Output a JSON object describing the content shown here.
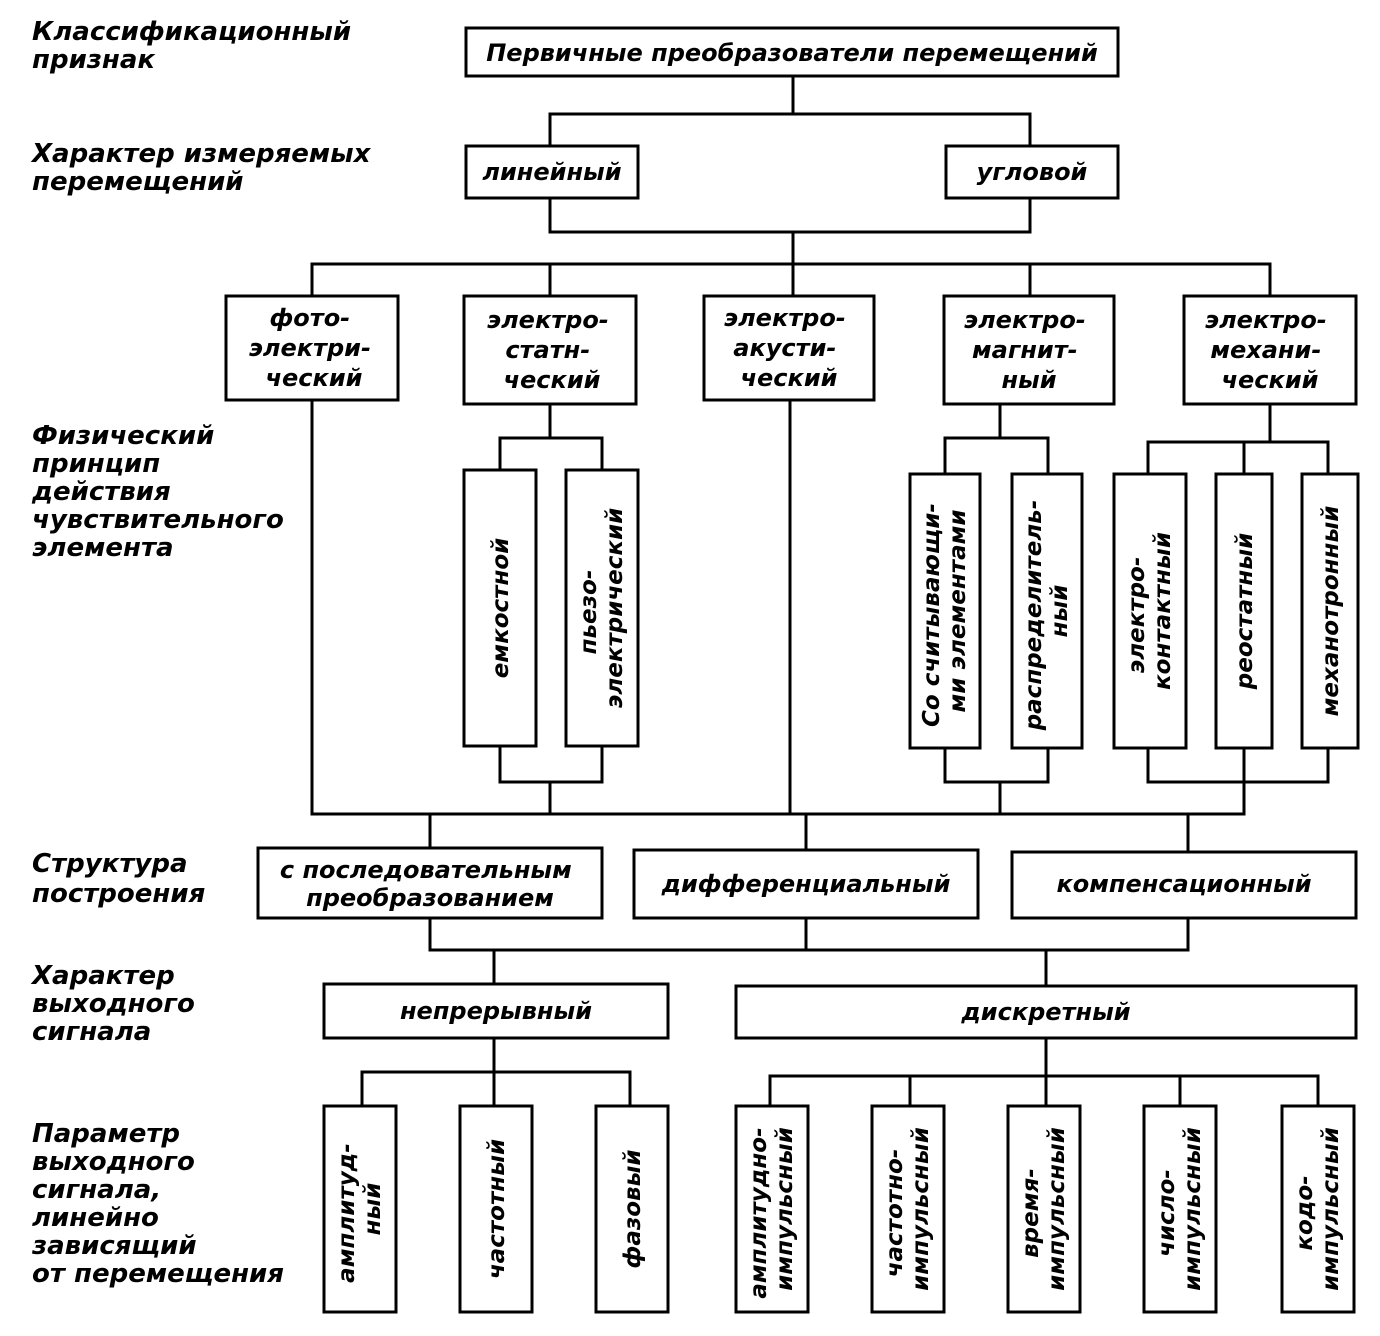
{
  "categories": [
    [
      "Классификационный",
      "признак"
    ],
    [
      "Характер измеряемых",
      "перемещений"
    ],
    [
      "Физический",
      "принцип",
      "действия",
      "чувствительного",
      "элемента"
    ],
    [
      "Структура",
      "построения"
    ],
    [
      "Характер",
      "выходного",
      "сигнала"
    ],
    [
      "Параметр",
      "выходного",
      "сигнала,",
      "линейно",
      "зависящий",
      "от перемещения"
    ]
  ],
  "root": "Первичные преобразователи перемещений",
  "motion": [
    "линейный",
    "угловой"
  ],
  "principles": [
    [
      "фото-",
      "электри-",
      "ческий"
    ],
    [
      "электро-",
      "статн-",
      "ческий"
    ],
    [
      "электро-",
      "акусти-",
      "ческий"
    ],
    [
      "электро-",
      "магнит-",
      "ный"
    ],
    [
      "электро-",
      "механи-",
      "ческий"
    ]
  ],
  "sub_electrostatic": [
    [
      "емкостной"
    ],
    [
      "пьезо-",
      "электрический"
    ]
  ],
  "sub_electromagnetic": [
    [
      "Со считывающи-",
      "ми элементами"
    ],
    [
      "распределитель-",
      "ный"
    ]
  ],
  "sub_electromechanical": [
    [
      "электро-",
      "контактный"
    ],
    [
      "реостатный"
    ],
    [
      "механотронный"
    ]
  ],
  "structure": [
    [
      "с последовательным",
      "преобразованием"
    ],
    [
      "дифференциальный"
    ],
    [
      "компенсационный"
    ]
  ],
  "signal": [
    "непрерывный",
    "дискретный"
  ],
  "continuous_params": [
    [
      "амплитуд-",
      "ный"
    ],
    [
      "частотный"
    ],
    [
      "фазовый"
    ]
  ],
  "discrete_params": [
    [
      "амплитудно-",
      "импульсный"
    ],
    [
      "частотно-",
      "импульсный"
    ],
    [
      "время-",
      "импульсный"
    ],
    [
      "число-",
      "импульсный"
    ],
    [
      "кодо-",
      "импульсный"
    ]
  ]
}
